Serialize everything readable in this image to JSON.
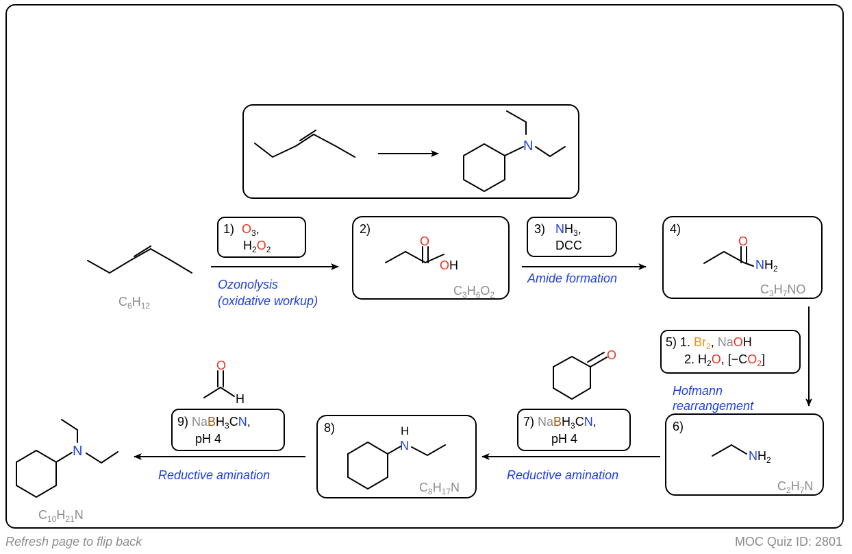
{
  "footer": {
    "left": "Refresh page to flip back",
    "right": "MOC Quiz ID: 2801"
  },
  "formulas": {
    "start": "C6H12",
    "acid": "C3H6O2",
    "amide": "C3H7NO",
    "amine": "C2H7N",
    "secondary": "C8H17N",
    "product": "C10H21N"
  },
  "steps": {
    "s1": {
      "num": "1)",
      "reagents": [
        "O3,",
        "H2O2"
      ],
      "name_lines": [
        "Ozonolysis",
        "(oxidative workup)"
      ]
    },
    "s2": {
      "num": "2)"
    },
    "s3": {
      "num": "3)",
      "reagents": [
        "NH3,",
        "DCC"
      ],
      "name": "Amide formation"
    },
    "s4": {
      "num": "4)"
    },
    "s5": {
      "num": "5)",
      "reagents": [
        "1. Br2, NaOH",
        "2. H2O, [−CO2]"
      ],
      "name_lines": [
        "Hofmann",
        "rearrangement"
      ]
    },
    "s6": {
      "num": "6)"
    },
    "s7": {
      "num": "7)",
      "reagents": [
        "NaBH3CN,",
        "pH 4"
      ],
      "name": "Reductive amination"
    },
    "s8": {
      "num": "8)"
    },
    "s9": {
      "num": "9)",
      "reagents": [
        "NaBH3CN,",
        "pH 4"
      ],
      "name": "Reductive amination"
    }
  },
  "atoms": {
    "O": "O",
    "OH": "OH",
    "N": "N",
    "NH2": "NH2",
    "H": "H"
  },
  "colors": {
    "oxygen": "#e8321e",
    "nitrogen": "#1f3fe0",
    "bromine": "#f0901e",
    "boron": "#9a5a14",
    "sodium": "#8c8c8c",
    "note": "#1f3fe0",
    "formula": "#8c8c8c"
  }
}
